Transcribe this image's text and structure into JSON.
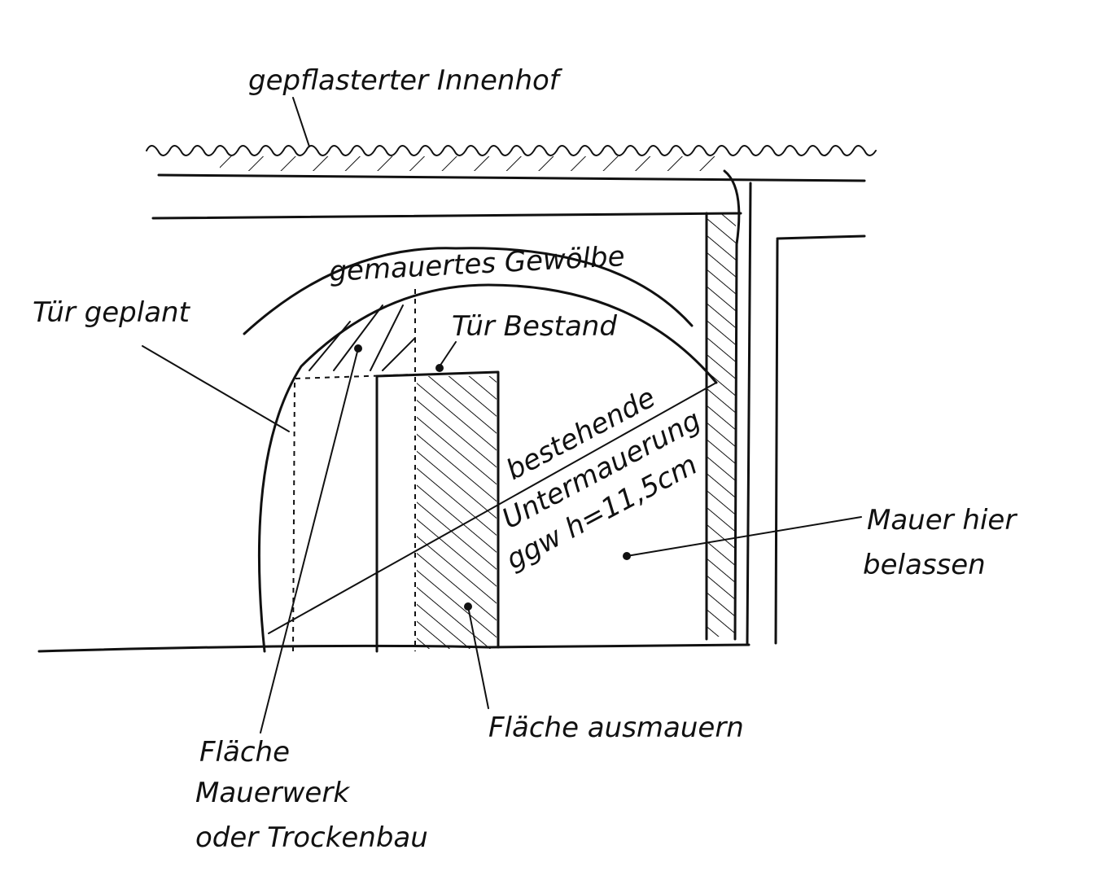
{
  "labels": {
    "courtyard": "gepflasterter Innenhof",
    "vault": "gemauertes Gewölbe",
    "door_planned": "Tür geplant",
    "door_existing": "Tür Bestand",
    "underpinning_1": "bestehende",
    "underpinning_2": "Untermauerung",
    "underpinning_3": "ggw h=11,5cm",
    "wall_keep_1": "Mauer hier",
    "wall_keep_2": "belassen",
    "fill_wall": "Fläche ausmauern",
    "area_1": "Fläche",
    "area_2": "Mauerwerk",
    "area_3": "oder Trockenbau"
  }
}
